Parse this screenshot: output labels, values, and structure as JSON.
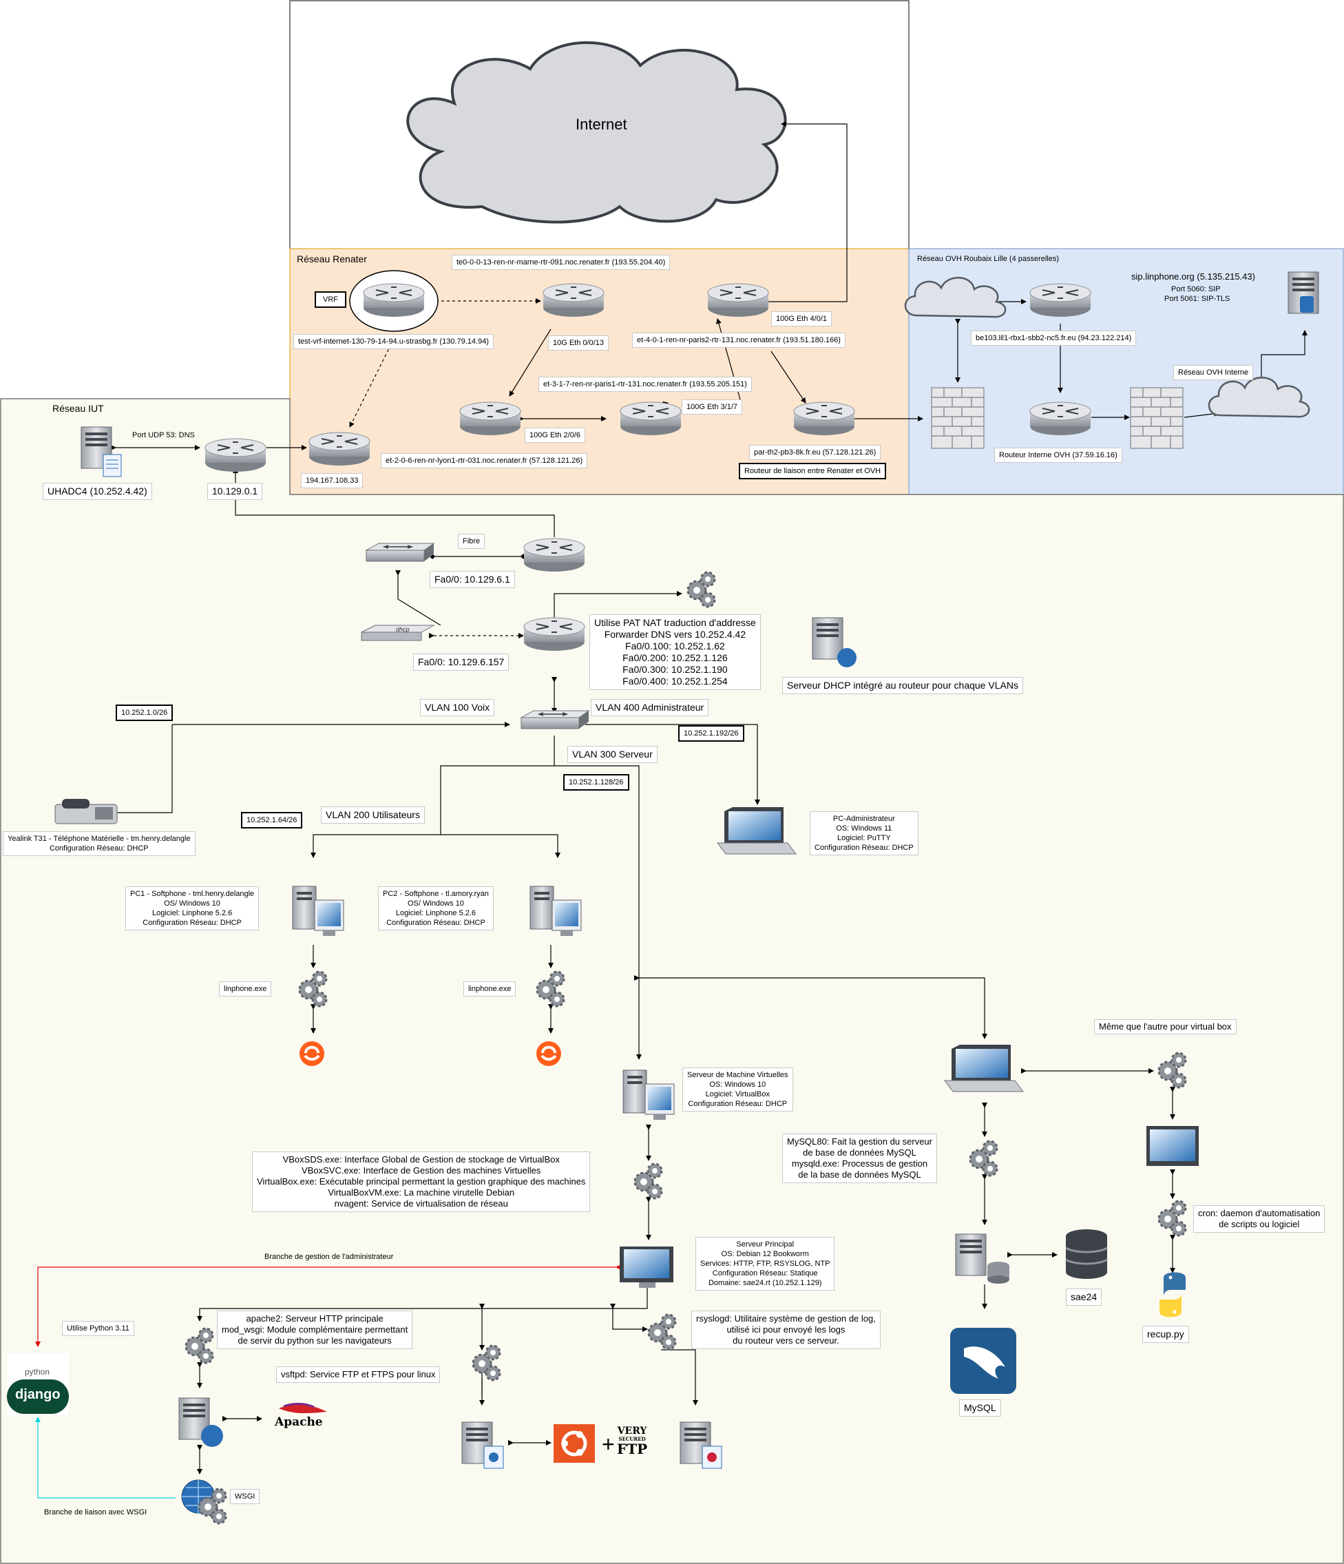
{
  "internet": {
    "label": "Internet"
  },
  "zones": {
    "renater": "Réseau Renater",
    "ovh": "Réseau OVH Roubaix Lille (4 passerelles)",
    "iut": "Réseau IUT"
  },
  "renater": {
    "vrf": "VRF",
    "test_vrf": "test-vrf-internet-130-79-14-94.u-strasbg.fr (130.79.14.94)",
    "te0": "te0-0-0-13-ren-nr-marne-rtr-091.noc.renater.fr (193.55.204.40)",
    "link_10g": "10G Eth 0/0/13",
    "et4": "et-4-0-1-ren-nr-paris2-rtr-131.noc.renater.fr (193.51.180.166)",
    "link_100g_4": "100G Eth 4/0/1",
    "et3": "et-3-1-7-ren-nr-paris1-rtr-131.noc.renater.fr (193.55.205.151)",
    "link_100g_3": "100G Eth 3/1/7",
    "link_100g_2": "100G Eth 2/0/6",
    "et2": "et-2-0-6-ren-nr-lyon1-rtr-031.noc.renater.fr (57.128.121.26)",
    "par": "par-th2-pb3-8k.fr.eu (57.128.121.26)",
    "liaison": "Routeur de liaison entre Renater et OVH",
    "ip194": "194.167.108.33"
  },
  "ovh": {
    "sip_title": "sip.linphone.org (5.135.215.43)",
    "port5060": "Port 5060: SIP",
    "port5061": "Port 5061: SIP-TLS",
    "be103": "be103.lil1-rbx1-sbb2-nc5.fr.eu (94.23.122.214)",
    "interne": "Réseau OVH Interne",
    "routeur_interne": "Routeur Interne OVH (37.59.16.16)"
  },
  "iut": {
    "dns_port": "Port UDP 53: DNS",
    "uhadc": "UHADC4 (10.252.4.42)",
    "ip10129": "10.129.0.1",
    "fibre": "Fibre",
    "fa0_1": "Fa0/0: 10.129.6.1",
    "fa0_157": "Fa0/0: 10.129.6.157",
    "router_info": [
      "Utilise PAT NAT traduction d'addresse",
      "Forwarder DNS vers 10.252.4.42",
      "Fa0/0.100: 10.252.1.62",
      "Fa0/0.200: 10.252.1.126",
      "Fa0/0.300: 10.252.1.190",
      "Fa0/0.400: 10.252.1.254"
    ],
    "dhcp_server": "Serveur DHCP intégré au routeur pour chaque VLANs",
    "vlan100": "VLAN 100 Voix",
    "vlan400": "VLAN 400 Administrateur",
    "vlan300": "VLAN 300 Serveur",
    "vlan200": "VLAN 200 Utilisateurs",
    "net_100": "10.252.1.0/26",
    "net_400": "10.252.1.192/26",
    "net_300": "10.252.1.128/26",
    "net_200": "10.252.1.64/26",
    "yealink": [
      "Yealink T31 - Téléphone Matérielle - tm.henry.delangle",
      "Configuration Réseau: DHCP"
    ],
    "pc_admin": [
      "PC-Administrateur",
      "OS: Windows 11",
      "Logiciel: PuTTY",
      "Configuration Réseau: DHCP"
    ],
    "pc1": [
      "PC1 - Softphone - tml.henry.delangle",
      "OS/ Windows 10",
      "Logiciel: Linphone 5.2.6",
      "Configuration Réseau: DHCP"
    ],
    "pc2": [
      "PC2 - Softphone - tl.amory.ryan",
      "OS/ Windows 10",
      "Logiciel: Linphone 5.2.6",
      "Configuration Réseau: DHCP"
    ],
    "linphone1": "linphone.exe",
    "linphone2": "linphone.exe",
    "vm_server": [
      "Serveur de Machine Virtuelles",
      "OS: Windows 10",
      "Logiciel: VirtualBox",
      "Configuration Réseau: DHCP"
    ],
    "vbox": [
      "VBoxSDS.exe: Interface Global de Gestion de stockage de VirtualBox",
      "VBoxSVC.exe: Interface de Gestion des machines Virtuelles",
      "VirtualBox.exe: Exécutable principal permettant la gestion graphique des machines",
      "VirtualBoxVM.exe: La machine virutelle Debian",
      "nvagent: Service de virtualisation de réseau"
    ],
    "admin_branch": "Branche de gestion de l'administrateur",
    "main_server": [
      "Serveur Principal",
      "OS: Debian 12 Bookworm",
      "Services: HTTP, FTP, RSYSLOG, NTP",
      "Configuration Réseau: Statique",
      "Domaine: sae24.rt (10.252.1.129)"
    ],
    "python_uses": "Utilise Python 3.11",
    "apache_info": [
      "apache2: Serveur HTTP principale",
      "mod_wsgi: Module complémentaire permettant",
      "de servir du python sur les navigateurs"
    ],
    "vsftpd": "vsftpd: Service FTP et FTPS pour linux",
    "rsyslog": [
      "rsyslogd: Utilitaire système de gestion de log,",
      "utilisé ici pour envoyé les logs",
      "du routeur vers ce serveur."
    ],
    "wsgi": "WSGI",
    "wsgi_branch": "Branche de liaison avec WSGI",
    "apache_logo": "Apache",
    "python_logo": "python",
    "django_logo": "django",
    "very_secure_ftp": [
      "VERY",
      "SECURED",
      "FTP"
    ],
    "mysql_info": [
      "MySQL80: Fait la gestion du serveur",
      "de base de données MySQL",
      "mysqld.exe: Processus de gestion",
      "de la base de données MySQL"
    ],
    "sae24": "sae24",
    "mysql": "MySQL",
    "meme": "Même que l'autre pour virtual box",
    "cron": [
      "cron: daemon d'automatisation",
      "de scripts ou logiciel"
    ],
    "recup": "recup.py"
  },
  "colors": {
    "renater_bg": "#fce6cf",
    "renater_border": "#d79b00",
    "ovh_bg": "#dbe7f7",
    "ovh_border": "#6c8ebf",
    "iut_bg": "#fbfaf1",
    "admin_branch_line": "#e00000",
    "wsgi_branch_line": "#00d4e0"
  }
}
